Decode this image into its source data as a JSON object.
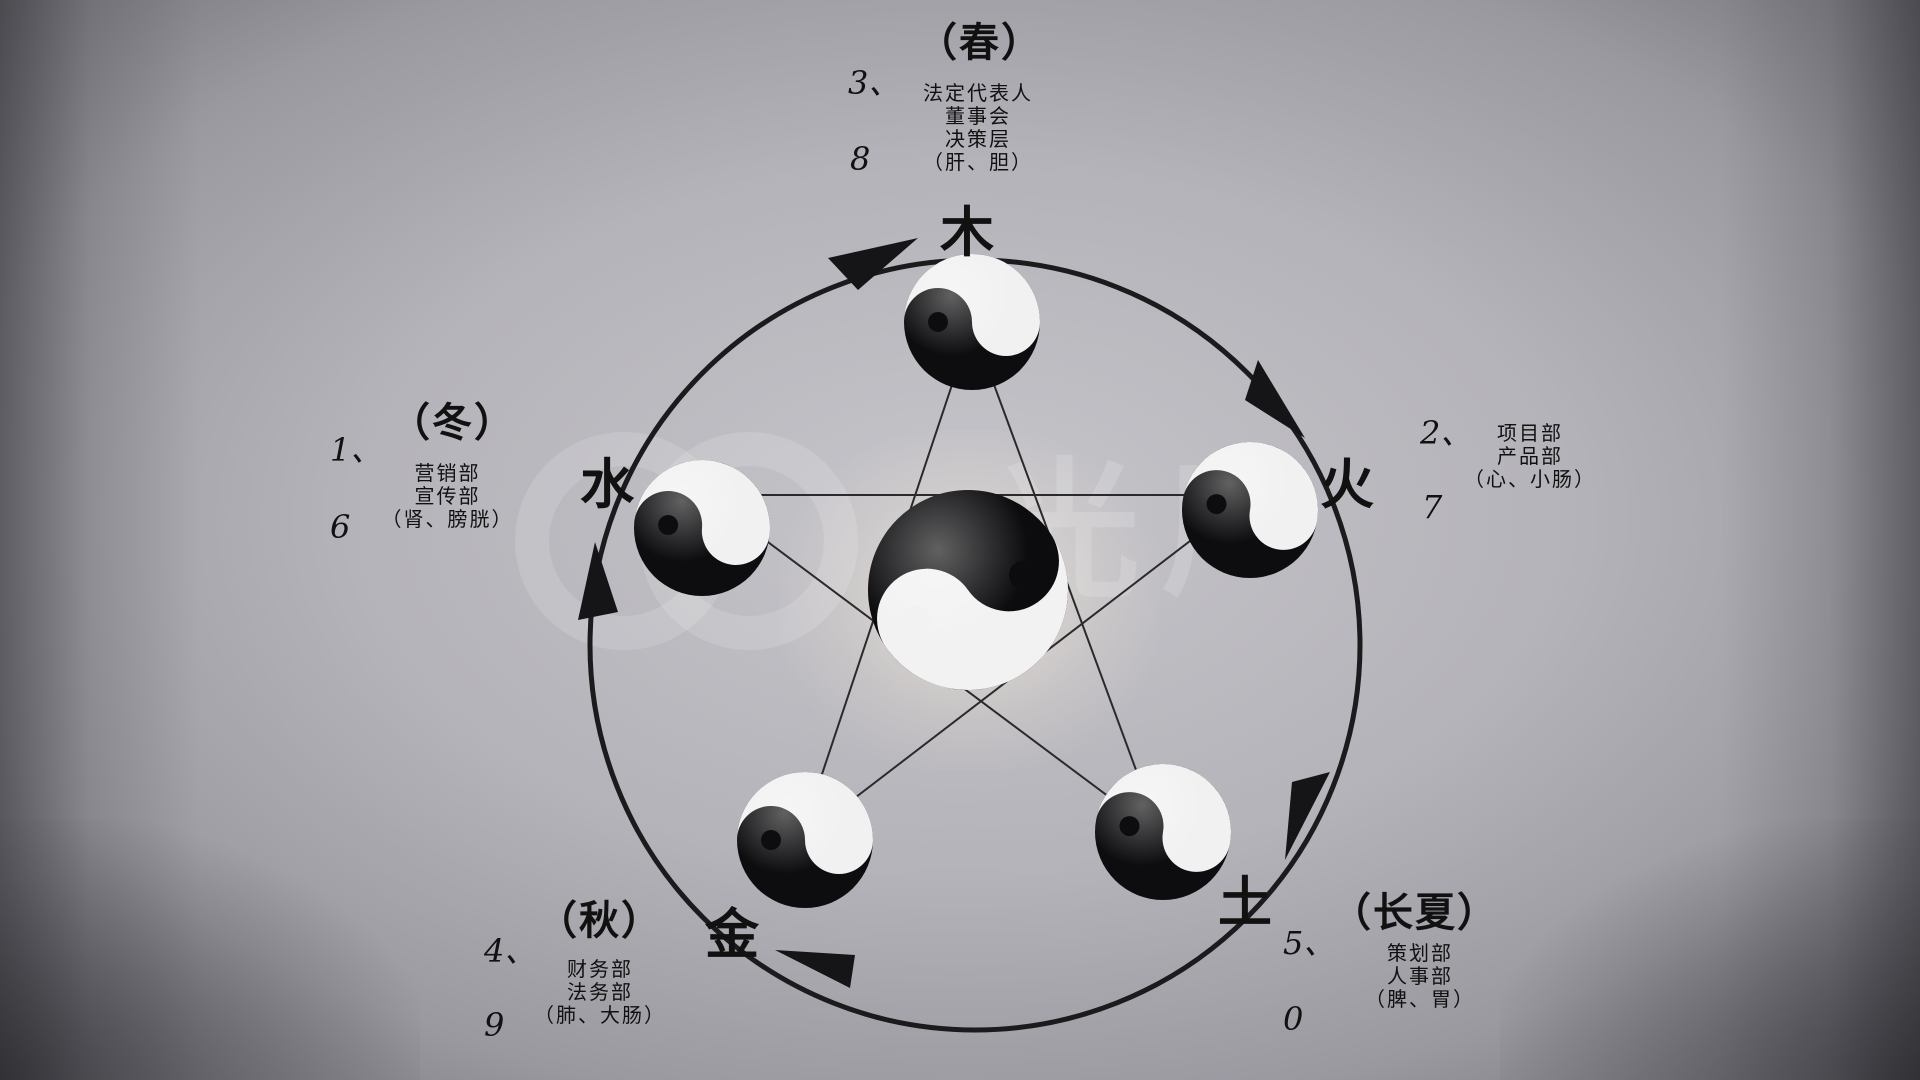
{
  "watermark": "光厂",
  "center_icon": "taiji-yin-yang-icon",
  "nodes": [
    {
      "id": "wood",
      "element": "木",
      "index_label": "3、",
      "number": "8",
      "season": "（春）",
      "departments": [
        "法定代表人",
        "董事会",
        "决策层",
        "（肝、胆）"
      ]
    },
    {
      "id": "fire",
      "element": "火",
      "index_label": "2、",
      "number": "7",
      "season": "",
      "departments": [
        "项目部",
        "产品部",
        "（心、小肠）"
      ]
    },
    {
      "id": "earth",
      "element": "土",
      "index_label": "5、",
      "number": "0",
      "season": "（长夏）",
      "departments": [
        "策划部",
        "人事部",
        "（脾、胃）"
      ]
    },
    {
      "id": "metal",
      "element": "金",
      "index_label": "4、",
      "number": "9",
      "season": "（秋）",
      "departments": [
        "财务部",
        "法务部",
        "（肺、大肠）"
      ]
    },
    {
      "id": "water",
      "element": "水",
      "index_label": "1、",
      "number": "6",
      "season": "（冬）",
      "departments": [
        "营销部",
        "宣传部",
        "（肾、膀胱）"
      ]
    }
  ]
}
